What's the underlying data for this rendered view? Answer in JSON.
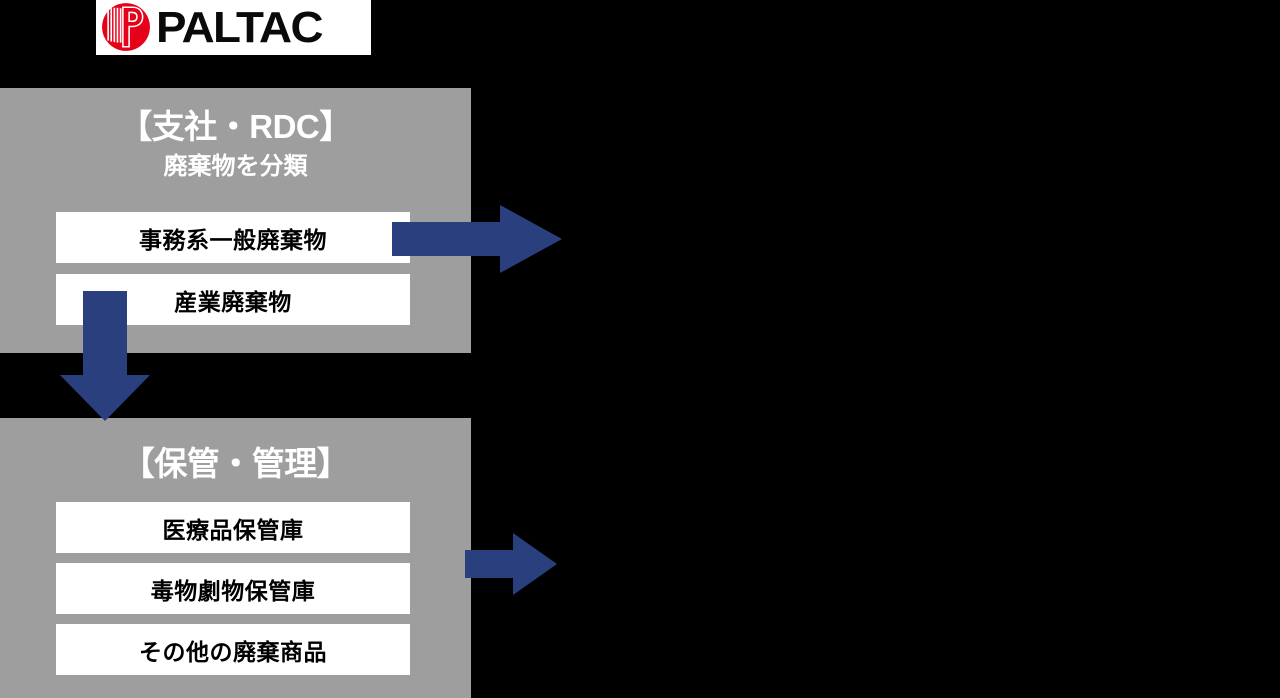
{
  "logo": {
    "brand_text": "PALTAC",
    "mark_name": "paltac-circle-p-logomark",
    "mark_color": "#e60019"
  },
  "colors": {
    "panel_gray": "#9e9e9e",
    "arrow_blue": "#2a3f7e",
    "chip_white": "#ffffff",
    "background": "#000000",
    "text_on_panel": "#ffffff",
    "text_on_chip": "#000000"
  },
  "panels": [
    {
      "id": "classify",
      "title": "【支社・RDC】",
      "subtitle": "廃棄物を分類",
      "items": [
        {
          "label": "事務系一般廃棄物"
        },
        {
          "label": "産業廃棄物"
        }
      ]
    },
    {
      "id": "storage",
      "title": "【保管・管理】",
      "subtitle": "",
      "items": [
        {
          "label": "医療品保管庫"
        },
        {
          "label": "毒物劇物保管庫"
        },
        {
          "label": "その他の廃棄商品"
        }
      ]
    }
  ],
  "arrows": [
    {
      "id": "arrow-right-1",
      "direction": "right",
      "from": "事務系一般廃棄物",
      "color": "#2a3f7e"
    },
    {
      "id": "arrow-down-1",
      "direction": "down",
      "from": "産業廃棄物",
      "to": "【保管・管理】",
      "color": "#2a3f7e"
    },
    {
      "id": "arrow-right-2",
      "direction": "right",
      "from": "【保管・管理】",
      "color": "#2a3f7e"
    }
  ]
}
